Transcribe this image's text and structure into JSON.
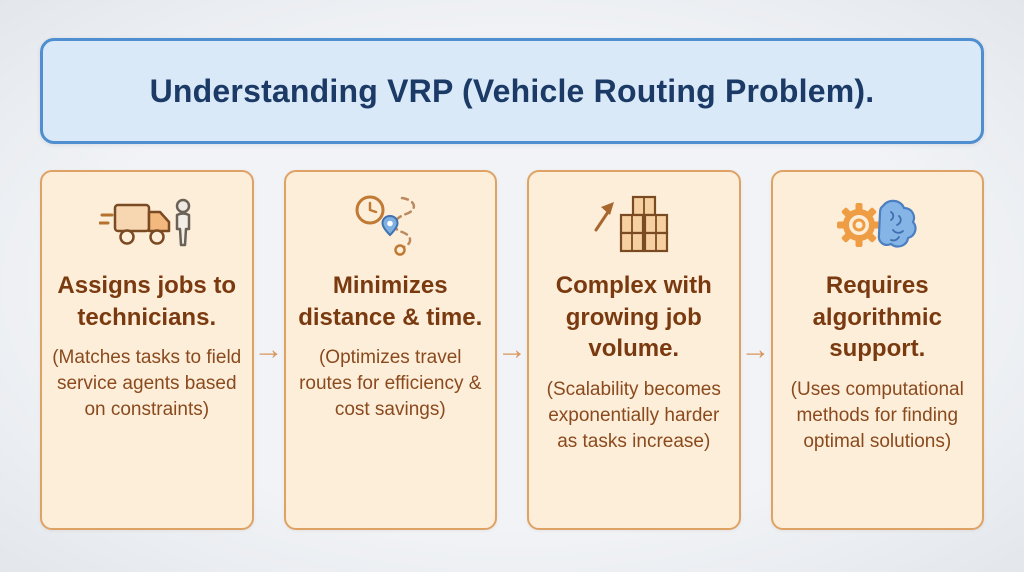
{
  "title": "Understanding VRP (Vehicle Routing Problem).",
  "arrow_glyph": "→",
  "colors": {
    "page_background": "#f1f3f6",
    "title_background": "#d9e9f8",
    "title_border": "#4f8fd0",
    "title_text": "#1c3a66",
    "card_background": "#fdeeda",
    "card_border": "#dfa265",
    "card_heading_text": "#7a3a10",
    "card_body_text": "#8a4a1e",
    "arrow_color": "#d9965b",
    "icon_orange": "#ef9d44",
    "icon_blue": "#85b4e6"
  },
  "cards": [
    {
      "icon": "truck-technician-icon",
      "heading": "Assigns jobs to technicians.",
      "description": "(Matches tasks to field service agents based on constraints)"
    },
    {
      "icon": "clock-route-icon",
      "heading": "Minimizes distance & time.",
      "description": "(Optimizes travel routes for efficiency & cost savings)"
    },
    {
      "icon": "boxes-growth-icon",
      "heading": "Complex with growing job volume.",
      "description": "(Scalability becomes exponentially harder as tasks increase)"
    },
    {
      "icon": "gear-brain-icon",
      "heading": "Requires algorithmic support.",
      "description": "(Uses computational methods for finding optimal solutions)"
    }
  ]
}
